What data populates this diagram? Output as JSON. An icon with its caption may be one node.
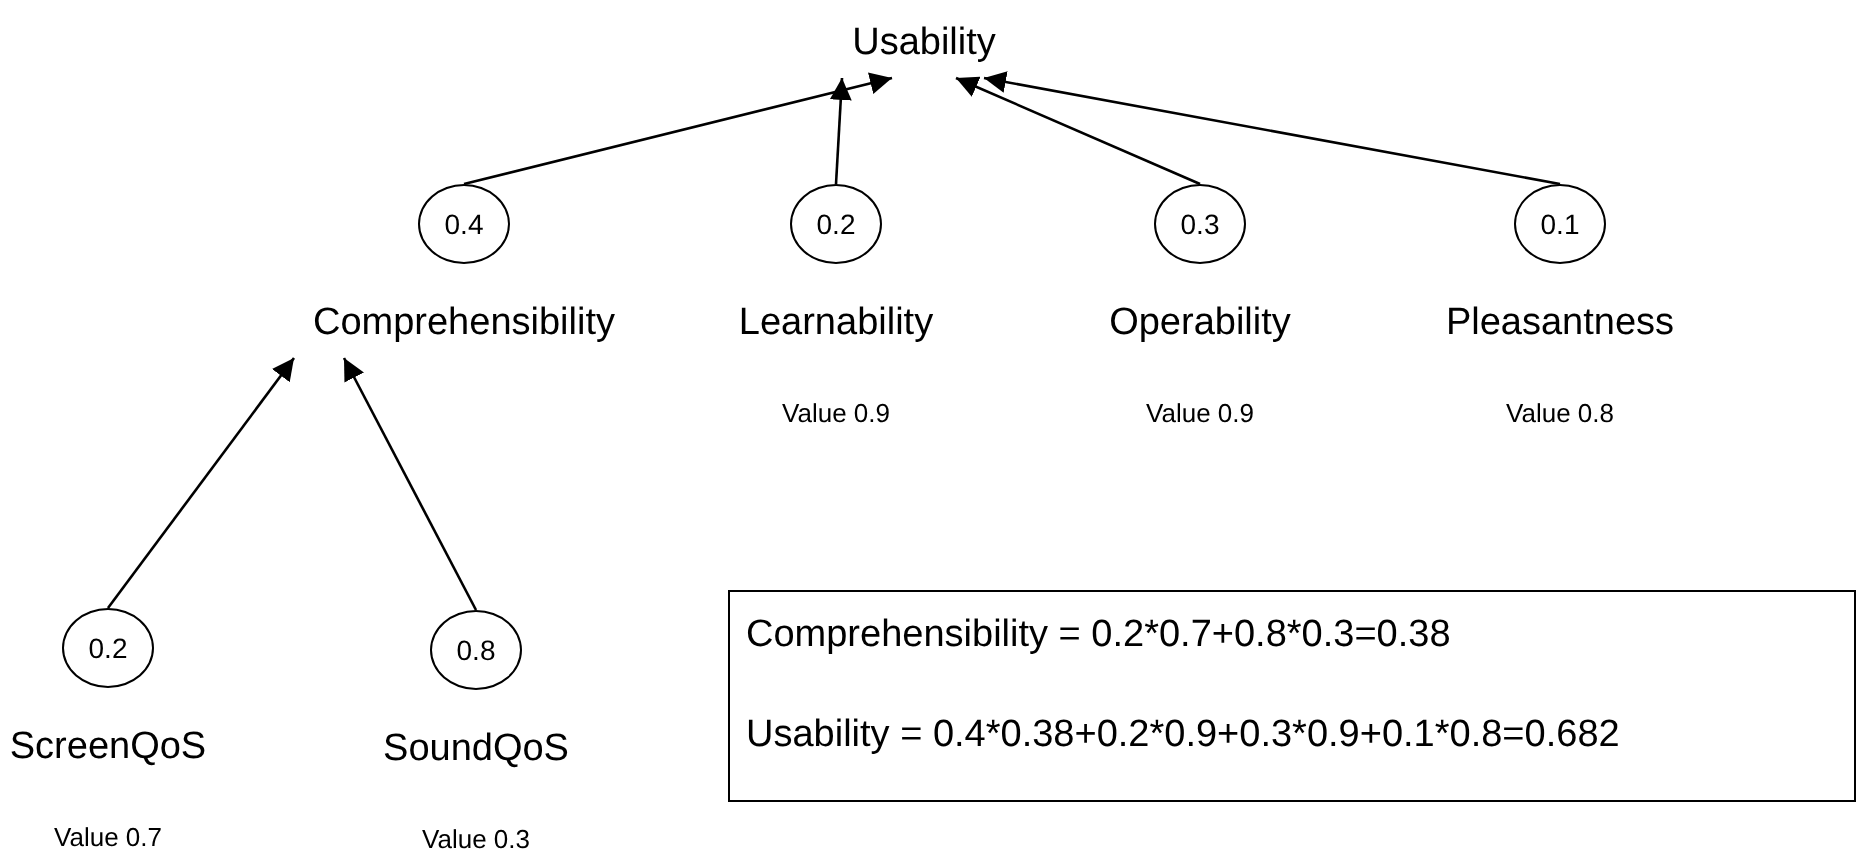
{
  "diagram": {
    "nodes": [
      {
        "text": [
          "Usability"
        ]
      },
      {
        "text": [
          "0.4"
        ],
        "beside": [
          "Comprehensibility"
        ]
      },
      {
        "text": [
          "0.2"
        ],
        "beside": [
          "Learnability",
          "Value 0.9"
        ]
      },
      {
        "text": [
          "0.3"
        ],
        "beside": [
          "Operability",
          "Value 0.9"
        ]
      },
      {
        "text": [
          "0.1"
        ],
        "beside": [
          "Pleasantness",
          "Value 0.8"
        ]
      },
      {
        "text": [
          "0.2"
        ],
        "beside": [
          "ScreenQoS",
          "Value 0.7"
        ]
      },
      {
        "text": [
          "0.8"
        ],
        "beside": [
          "SoundQoS",
          "Value 0.3"
        ]
      },
      {
        "text": [
          "Comprehensibility = 0.2*0.7+0.8*0.3=0.38",
          "Usability = 0.4*0.38+0.2*0.9+0.3*0.9+0.1*0.8=0.682"
        ]
      }
    ],
    "edges": [
      {
        "from": 1,
        "to": 0,
        "arrow": "to"
      },
      {
        "from": 2,
        "to": 0,
        "arrow": "to"
      },
      {
        "from": 3,
        "to": 0,
        "arrow": "to"
      },
      {
        "from": 4,
        "to": 0,
        "arrow": "to"
      },
      {
        "from": 5,
        "to": 1,
        "arrow": "to"
      },
      {
        "from": 6,
        "to": 1,
        "arrow": "to"
      }
    ]
  }
}
